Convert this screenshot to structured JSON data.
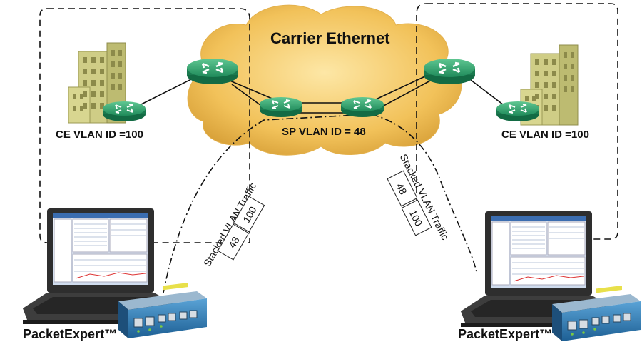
{
  "cloud": {
    "title": "Carrier Ethernet",
    "sp_vlan_label": "SP VLAN ID = 48"
  },
  "sites": [
    {
      "vlan_label": "CE VLAN ID =100"
    },
    {
      "vlan_label": "CE VLAN ID =100"
    }
  ],
  "testers": [
    {
      "label": "PacketExpert™"
    },
    {
      "label": "PacketExpert™"
    }
  ],
  "stacked_traffic": [
    {
      "label": "Stacked VLAN Traffic",
      "outer_tag": "48",
      "inner_tag": "100"
    },
    {
      "label": "Stacked VLAN Traffic",
      "outer_tag": "48",
      "inner_tag": "100"
    }
  ],
  "colors": {
    "cloud": "#f2c25a",
    "router": "#1f8a5a",
    "building": "#c9c77f",
    "laptop_body": "#3a3a3a",
    "tester_box": "#2f7fb8"
  }
}
